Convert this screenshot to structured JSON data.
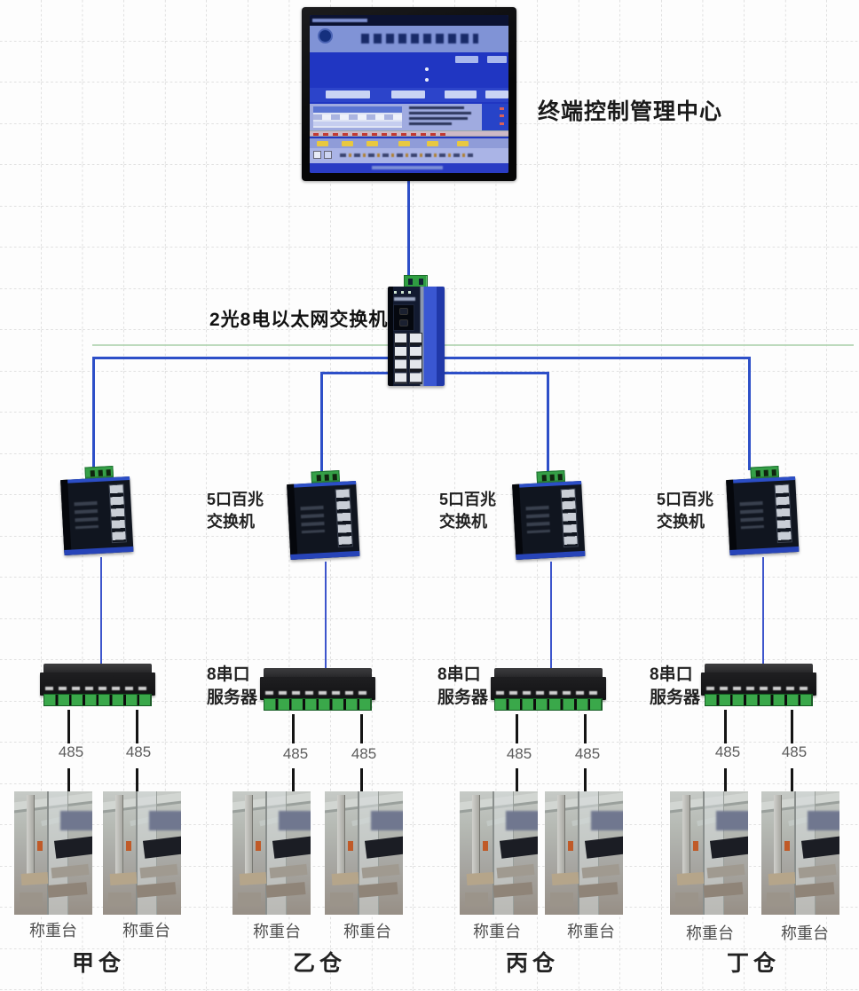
{
  "diagram": {
    "control_center_label": "终端控制管理中心",
    "main_switch_label": "2光8电以太网交换机",
    "switch_label": {
      "line1": "5口百兆",
      "line2": "交换机"
    },
    "server_label": {
      "line1": "8串口",
      "line2": "服务器"
    },
    "cable_label": "485",
    "platform_label": "称重台",
    "warehouse_labels": [
      "甲仓",
      "乙仓",
      "丙仓",
      "丁仓"
    ],
    "colors": {
      "link_blue": "#2d4fc8",
      "cable_black": "#141414",
      "terminal_green": "#3aa84a",
      "screen_blue": "#2339c0",
      "grid_gray": "#c2c2c2",
      "faint_green_link": "#b2d4b2"
    }
  }
}
